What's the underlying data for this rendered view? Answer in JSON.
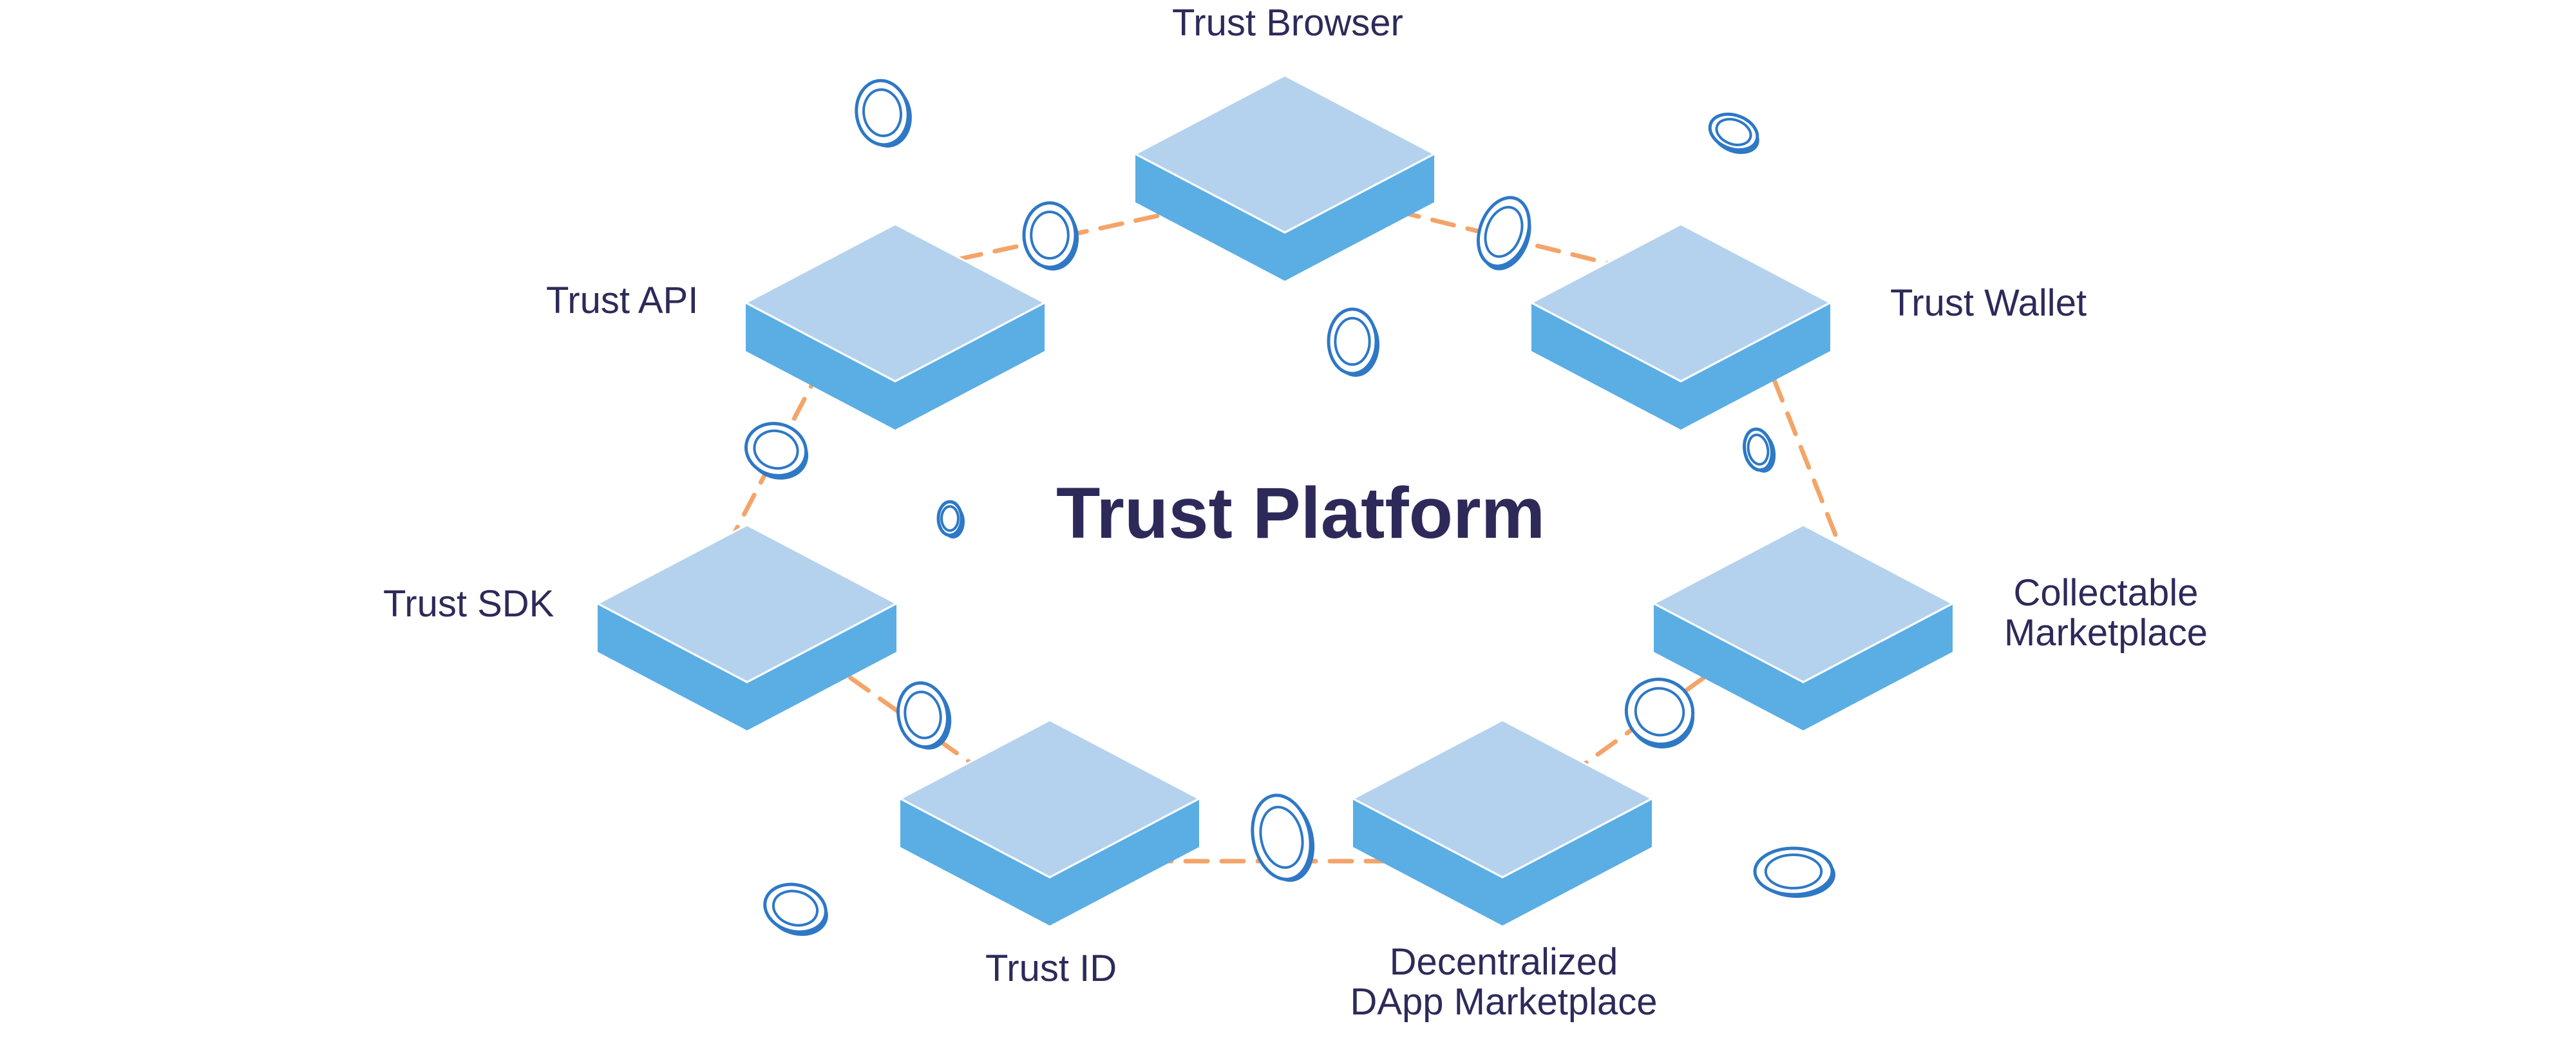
{
  "title": "Trust Platform",
  "nodes": {
    "browser": {
      "label": "Trust Browser"
    },
    "api": {
      "label": "Trust API"
    },
    "wallet": {
      "label": "Trust Wallet"
    },
    "sdk": {
      "label": "Trust SDK"
    },
    "collectable": {
      "label_line1": "Collectable",
      "label_line2": "Marketplace"
    },
    "id": {
      "label": "Trust ID"
    },
    "dapp": {
      "label_line1": "Decentralized",
      "label_line2": "DApp Marketplace"
    }
  },
  "colors": {
    "tile_top": "#b4d2ee",
    "tile_side": "#5aaee4",
    "tile_edge": "#ffffff",
    "connector": "#f4a468",
    "coin_dark": "#2e78c6",
    "coin_light": "#ffffff",
    "text": "#2d2a5a"
  },
  "icons": {
    "tile": "isometric-block-icon",
    "coin": "coin-icon"
  }
}
